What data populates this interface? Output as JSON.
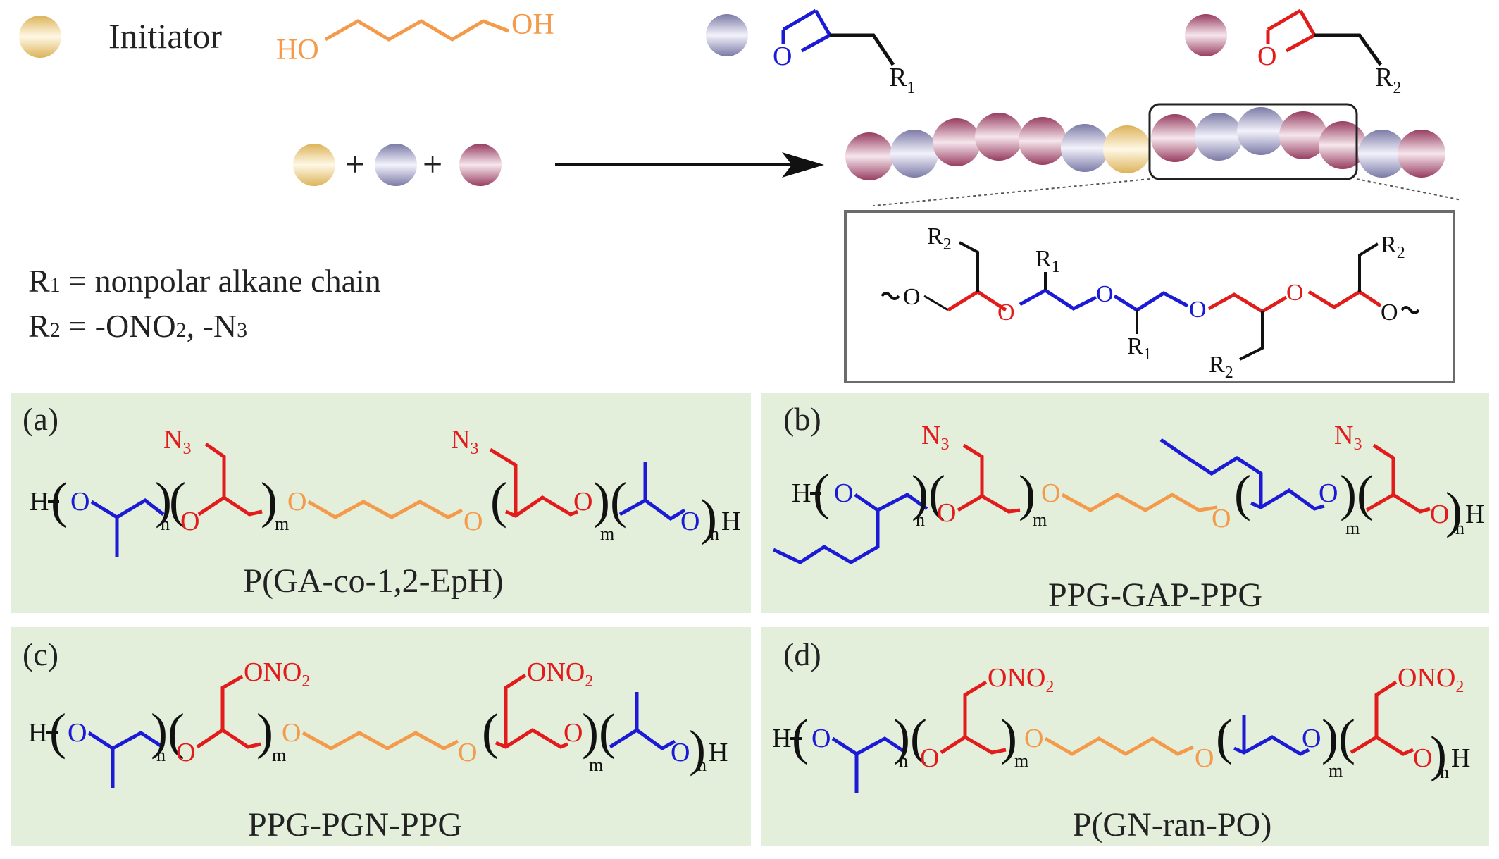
{
  "legend": {
    "initiator_label": "Initiator",
    "initiator_OH_left": "HO",
    "initiator_OH_right": "OH",
    "monomer1_O": "O",
    "monomer1_R": "R",
    "monomer1_R_sub": "1",
    "monomer2_O": "O",
    "monomer2_R": "R",
    "monomer2_R_sub": "2"
  },
  "reaction": {
    "plus1": "+",
    "plus2": "+"
  },
  "definitions": {
    "r1_main": "R",
    "r1_sub": "1",
    "r1_rest": " = nonpolar alkane chain",
    "r2_main": "R",
    "r2_sub": "2",
    "r2_rest_a": "  = -ONO",
    "r2_rest_sub_a": "2",
    "r2_rest_b": ", -N",
    "r2_rest_sub_b": "3"
  },
  "zoom_structure": {
    "O": "O",
    "R": "R",
    "sub1": "1",
    "sub2": "2"
  },
  "panels": [
    {
      "tag": "(a)",
      "name": "P(GA-co-1,2-EpH)"
    },
    {
      "tag": "(b)",
      "name": "PPG-GAP-PPG"
    },
    {
      "tag": "(c)",
      "name": "PPG-PGN-PPG"
    },
    {
      "tag": "(d)",
      "name": "P(GN-ran-PO)"
    }
  ],
  "chem": {
    "H": "H",
    "O": "O",
    "N": "N",
    "n": "n",
    "m": "m",
    "sub3": "3",
    "ONO": "ONO",
    "sub2": "2"
  },
  "colors": {
    "initiator": "#f39a4b",
    "block1": "#1b1bd6",
    "block2": "#e21b1b",
    "panel_bg": "#e3eedb",
    "bead_blue": "#8e8db5",
    "bead_red": "#a4506e",
    "bead_yellow": "#e8c878"
  }
}
